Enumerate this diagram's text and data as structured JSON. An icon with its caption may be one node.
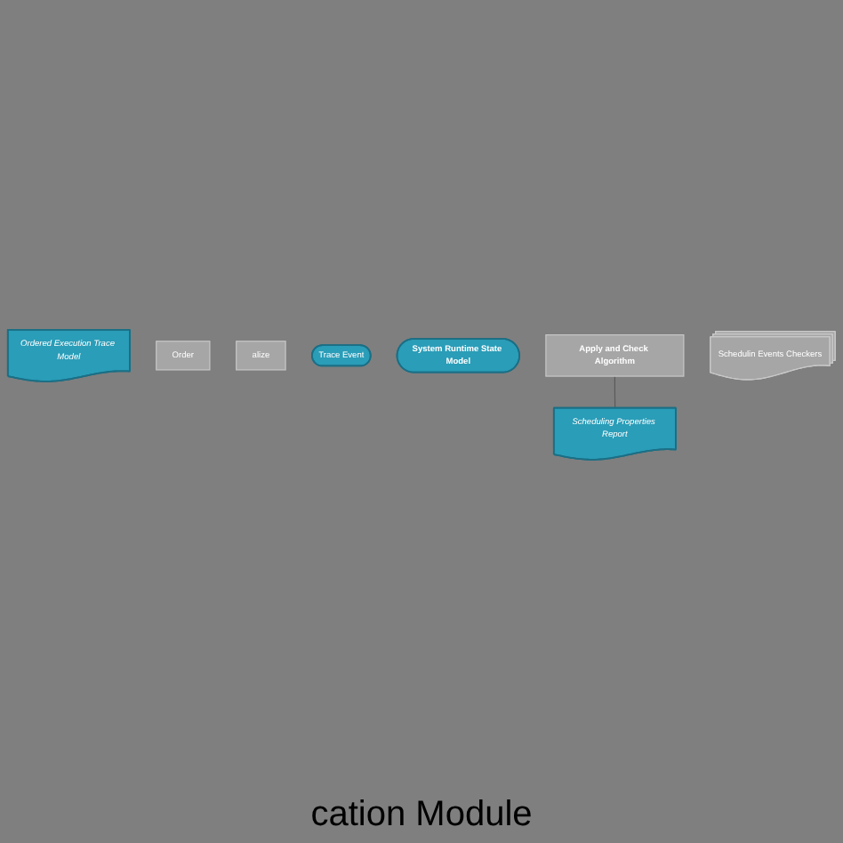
{
  "diagram": {
    "nodes": [
      {
        "text": [
          "Ordered Execution Trace Model"
        ]
      },
      {
        "text": [
          "Order"
        ]
      },
      {
        "text": [
          "alize"
        ]
      },
      {
        "text": [
          "Trace Event"
        ]
      },
      {
        "text": [
          "System Runtime State Model"
        ]
      },
      {
        "text": [
          "Apply and Check Algorithm"
        ]
      },
      {
        "text": [
          "Schedulin Events Checkers"
        ]
      },
      {
        "text": [
          "Scheduling Properties Report"
        ]
      }
    ],
    "edges": [
      {
        "from": 5,
        "to": 7,
        "arrow": "none"
      }
    ],
    "labels": [
      "cation Module"
    ]
  }
}
